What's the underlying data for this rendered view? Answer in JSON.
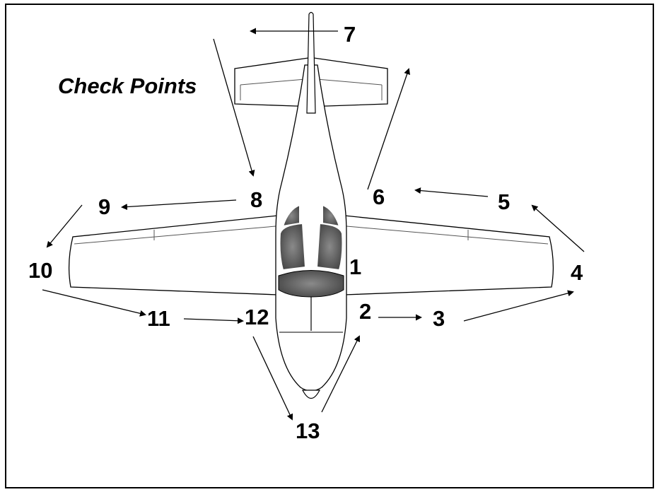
{
  "diagram": {
    "title": "Check Points",
    "points": [
      {
        "label": "1"
      },
      {
        "label": "2"
      },
      {
        "label": "3"
      },
      {
        "label": "4"
      },
      {
        "label": "5"
      },
      {
        "label": "6"
      },
      {
        "label": "7"
      },
      {
        "label": "8"
      },
      {
        "label": "9"
      },
      {
        "label": "10"
      },
      {
        "label": "11"
      },
      {
        "label": "12"
      },
      {
        "label": "13"
      }
    ]
  }
}
